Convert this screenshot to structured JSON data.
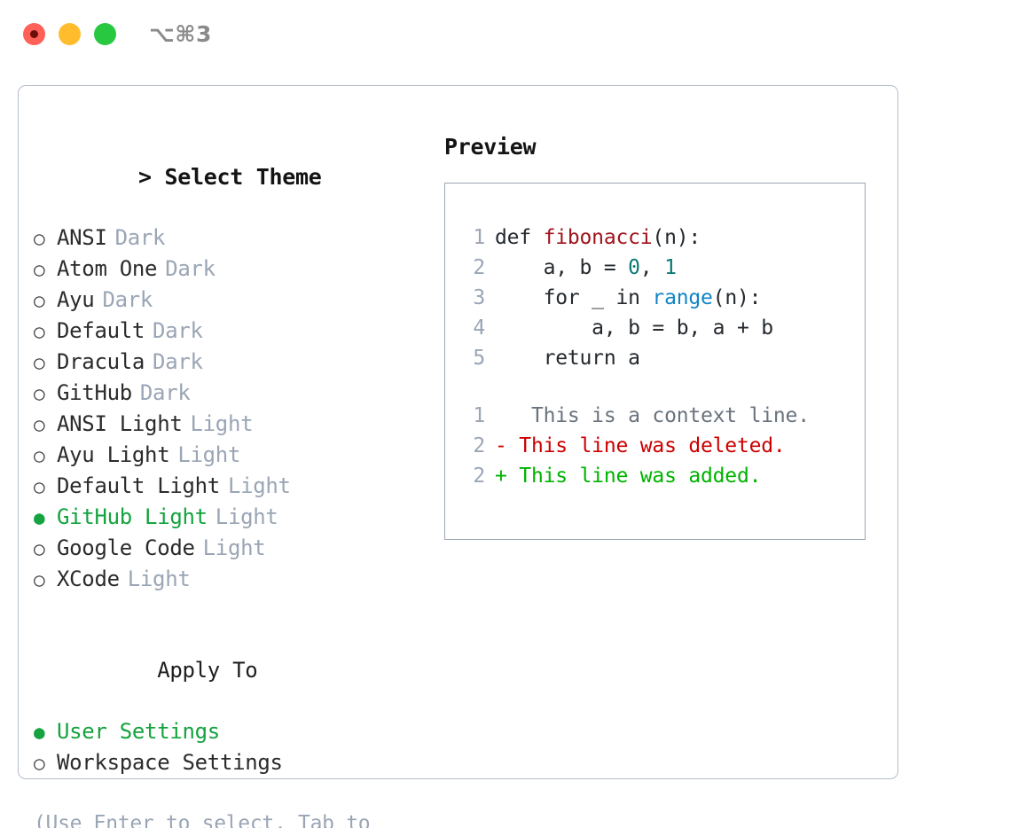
{
  "titlebar": {
    "shortcut": "⌥⌘3",
    "buttons": [
      "close",
      "minimize",
      "maximize"
    ]
  },
  "theme_list": {
    "header_prefix": "> ",
    "header": "Select Theme",
    "bullet_unselected": "○",
    "bullet_selected": "●",
    "items": [
      {
        "bullet": "○",
        "label": "ANSI",
        "tag": "Dark",
        "selected": false
      },
      {
        "bullet": "○",
        "label": "Atom One",
        "tag": "Dark",
        "selected": false
      },
      {
        "bullet": "○",
        "label": "Ayu",
        "tag": "Dark",
        "selected": false
      },
      {
        "bullet": "○",
        "label": "Default",
        "tag": "Dark",
        "selected": false
      },
      {
        "bullet": "○",
        "label": "Dracula",
        "tag": "Dark",
        "selected": false
      },
      {
        "bullet": "○",
        "label": "GitHub",
        "tag": "Dark",
        "selected": false
      },
      {
        "bullet": "○",
        "label": "ANSI Light",
        "tag": "Light",
        "selected": false
      },
      {
        "bullet": "○",
        "label": "Ayu Light",
        "tag": "Light",
        "selected": false
      },
      {
        "bullet": "○",
        "label": "Default Light",
        "tag": "Light",
        "selected": false
      },
      {
        "bullet": "●",
        "label": "GitHub Light",
        "tag": "Light",
        "selected": true
      },
      {
        "bullet": "○",
        "label": "Google Code",
        "tag": "Light",
        "selected": false
      },
      {
        "bullet": "○",
        "label": "XCode",
        "tag": "Light",
        "selected": false
      }
    ]
  },
  "apply_to": {
    "title": "Apply To",
    "items": [
      {
        "bullet": "●",
        "label": "User Settings",
        "selected": true
      },
      {
        "bullet": "○",
        "label": "Workspace Settings",
        "selected": false
      }
    ]
  },
  "hint": "(Use Enter to select, Tab to change focus)",
  "preview": {
    "title": "Preview",
    "code_lines": [
      {
        "no": "1",
        "parts": [
          {
            "t": "def ",
            "c": "code-txt"
          },
          {
            "t": "fibonacci",
            "c": "tok-fn"
          },
          {
            "t": "(n):",
            "c": "code-txt"
          }
        ]
      },
      {
        "no": "2",
        "parts": [
          {
            "t": "    a, b = ",
            "c": "code-txt"
          },
          {
            "t": "0",
            "c": "tok-num"
          },
          {
            "t": ", ",
            "c": "code-txt"
          },
          {
            "t": "1",
            "c": "tok-num"
          }
        ]
      },
      {
        "no": "3",
        "parts": [
          {
            "t": "    for _ in ",
            "c": "code-txt"
          },
          {
            "t": "range",
            "c": "tok-bi"
          },
          {
            "t": "(n):",
            "c": "code-txt"
          }
        ]
      },
      {
        "no": "4",
        "parts": [
          {
            "t": "        a, b = b, a + b",
            "c": "code-txt"
          }
        ]
      },
      {
        "no": "5",
        "parts": [
          {
            "t": "    return a",
            "c": "code-txt"
          }
        ]
      }
    ],
    "diff_lines": [
      {
        "no": "1",
        "marker": " ",
        "text": "  This is a context line.",
        "kind": "diff-ctx"
      },
      {
        "no": "2",
        "marker": "-",
        "text": " This line was deleted.",
        "kind": "diff-del"
      },
      {
        "no": "2",
        "marker": "+",
        "text": " This line was added.",
        "kind": "diff-add"
      }
    ]
  },
  "colors": {
    "selected_green": "#15a33f",
    "muted_tag": "#9aa5b5",
    "panel_border": "#b4bdc9",
    "preview_border": "#9aa5b5",
    "diff_deleted": "#cc0000",
    "diff_added": "#00b300",
    "token_function": "#a0131b",
    "token_number": "#0c7a73",
    "token_builtin": "#1184c8",
    "traffic_red": "#ff6058",
    "traffic_amber": "#ffbd2e",
    "traffic_green": "#28c840"
  }
}
